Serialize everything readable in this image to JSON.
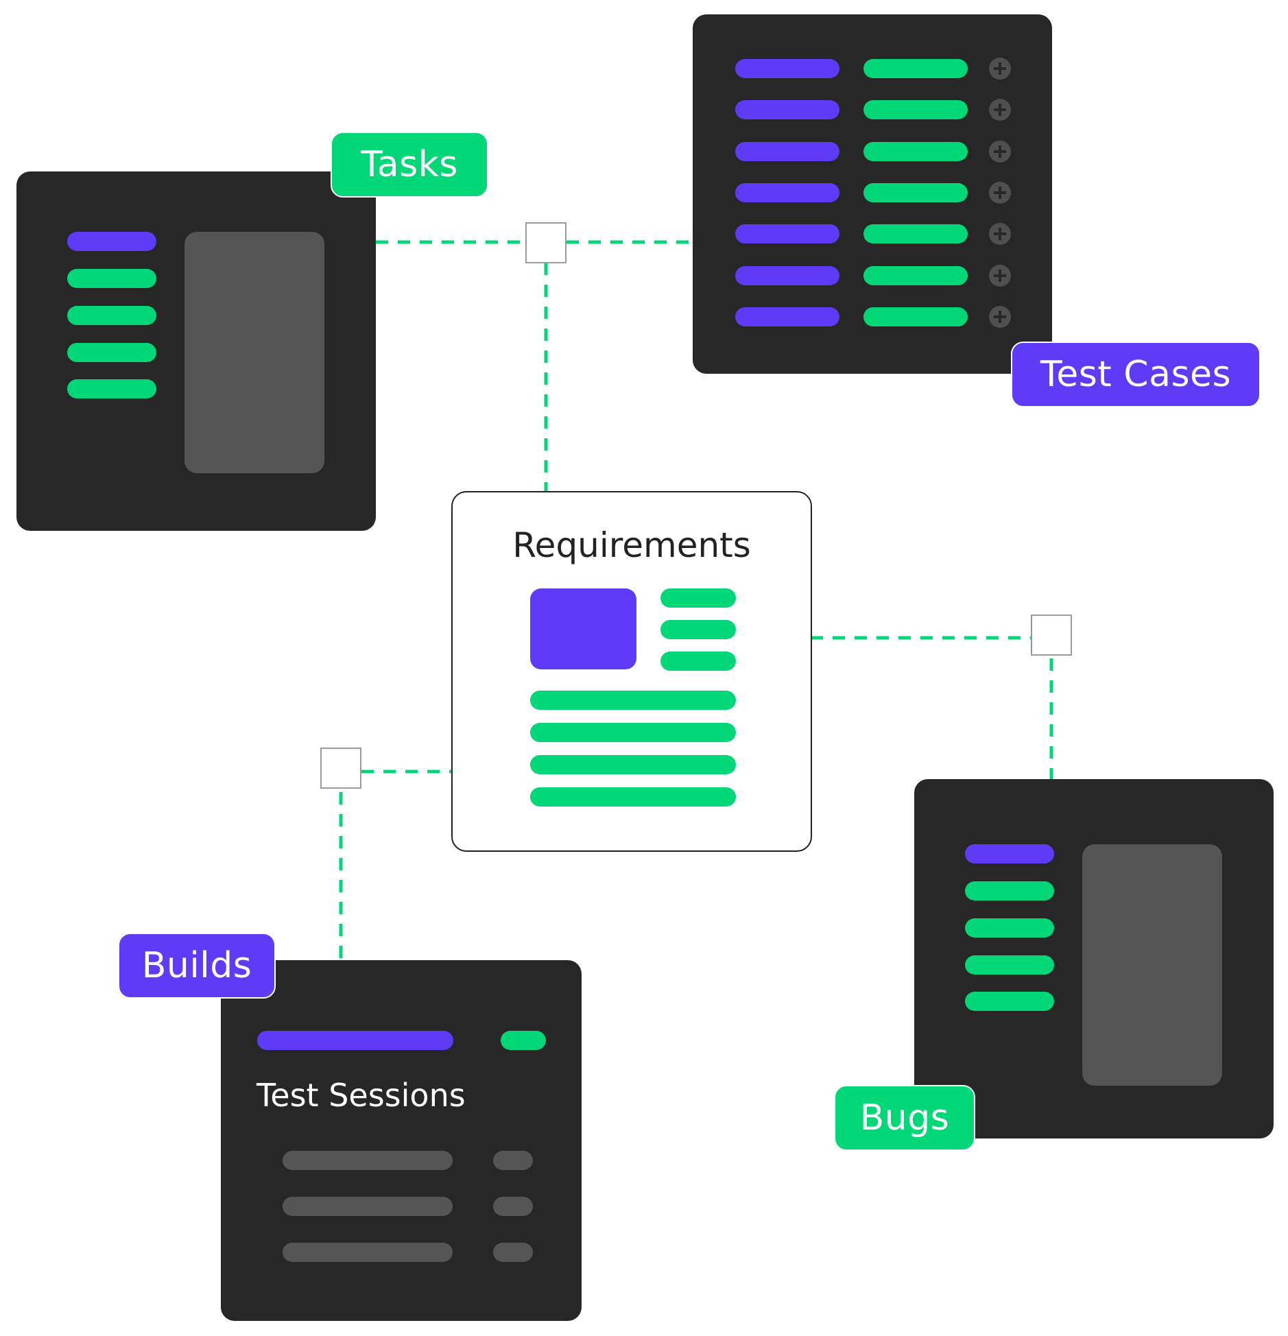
{
  "labels": {
    "tasks": "Tasks",
    "test_cases": "Test Cases",
    "requirements": "Requirements",
    "builds": "Builds",
    "test_sessions": "Test Sessions",
    "bugs": "Bugs"
  },
  "colors": {
    "panel": "#272727",
    "purple": "#5f3af7",
    "green": "#02d778",
    "gray": "#555555",
    "connector_line": "#02d778"
  },
  "icons": {
    "add": "plus-circle-icon"
  }
}
